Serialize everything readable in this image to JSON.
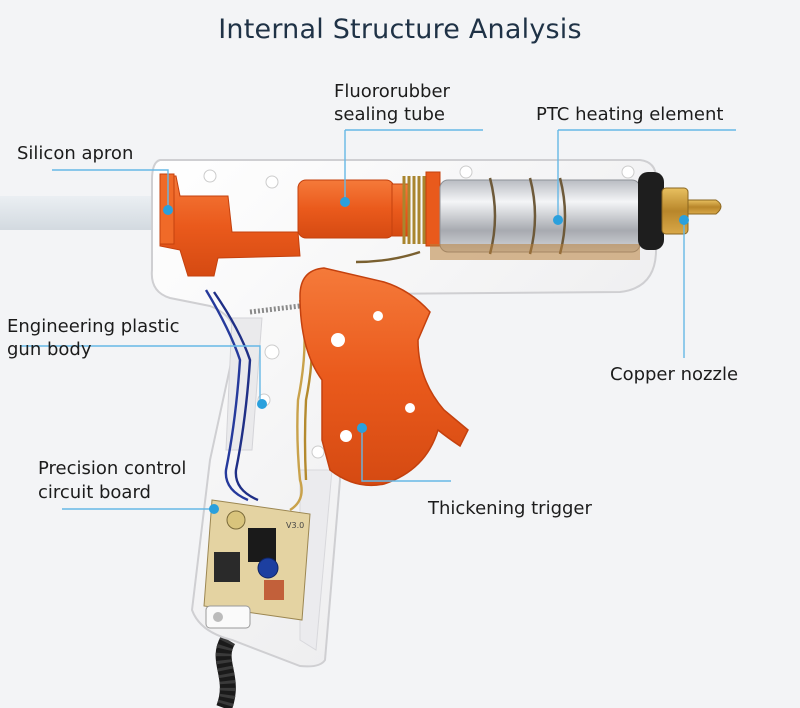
{
  "title": "Internal Structure Analysis",
  "labels": {
    "fluororubber_1": "Fluororubber",
    "fluororubber_2": "sealing tube",
    "ptc": "PTC heating element",
    "silicon_apron": "Silicon apron",
    "engineering_1": "Engineering plastic",
    "engineering_2": "gun body",
    "copper_nozzle": "Copper nozzle",
    "precision_1": "Precision control",
    "precision_2": "circuit board",
    "trigger": "Thickening trigger"
  },
  "pcb_marking": "V3.0",
  "colors": {
    "accent": "#2aa0dd",
    "body": "#f7f7f7",
    "orange": "#ef5a1e",
    "title": "#1f3246"
  }
}
